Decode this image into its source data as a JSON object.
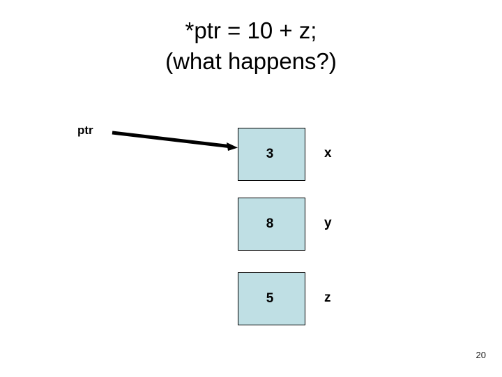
{
  "slide": {
    "page_number": "20",
    "background_color": "#ffffff",
    "title": {
      "line1": "*ptr = 10 + z;",
      "line2": "(what happens?)"
    },
    "pointer": {
      "label": "ptr",
      "arrow_icon": "arrow-right-icon"
    },
    "memory": {
      "box_fill_color": "#bfdfe4",
      "box_border_color": "#000000",
      "cells": [
        {
          "value": "3",
          "name": "x"
        },
        {
          "value": "8",
          "name": "y"
        },
        {
          "value": "5",
          "name": "z"
        }
      ]
    }
  }
}
